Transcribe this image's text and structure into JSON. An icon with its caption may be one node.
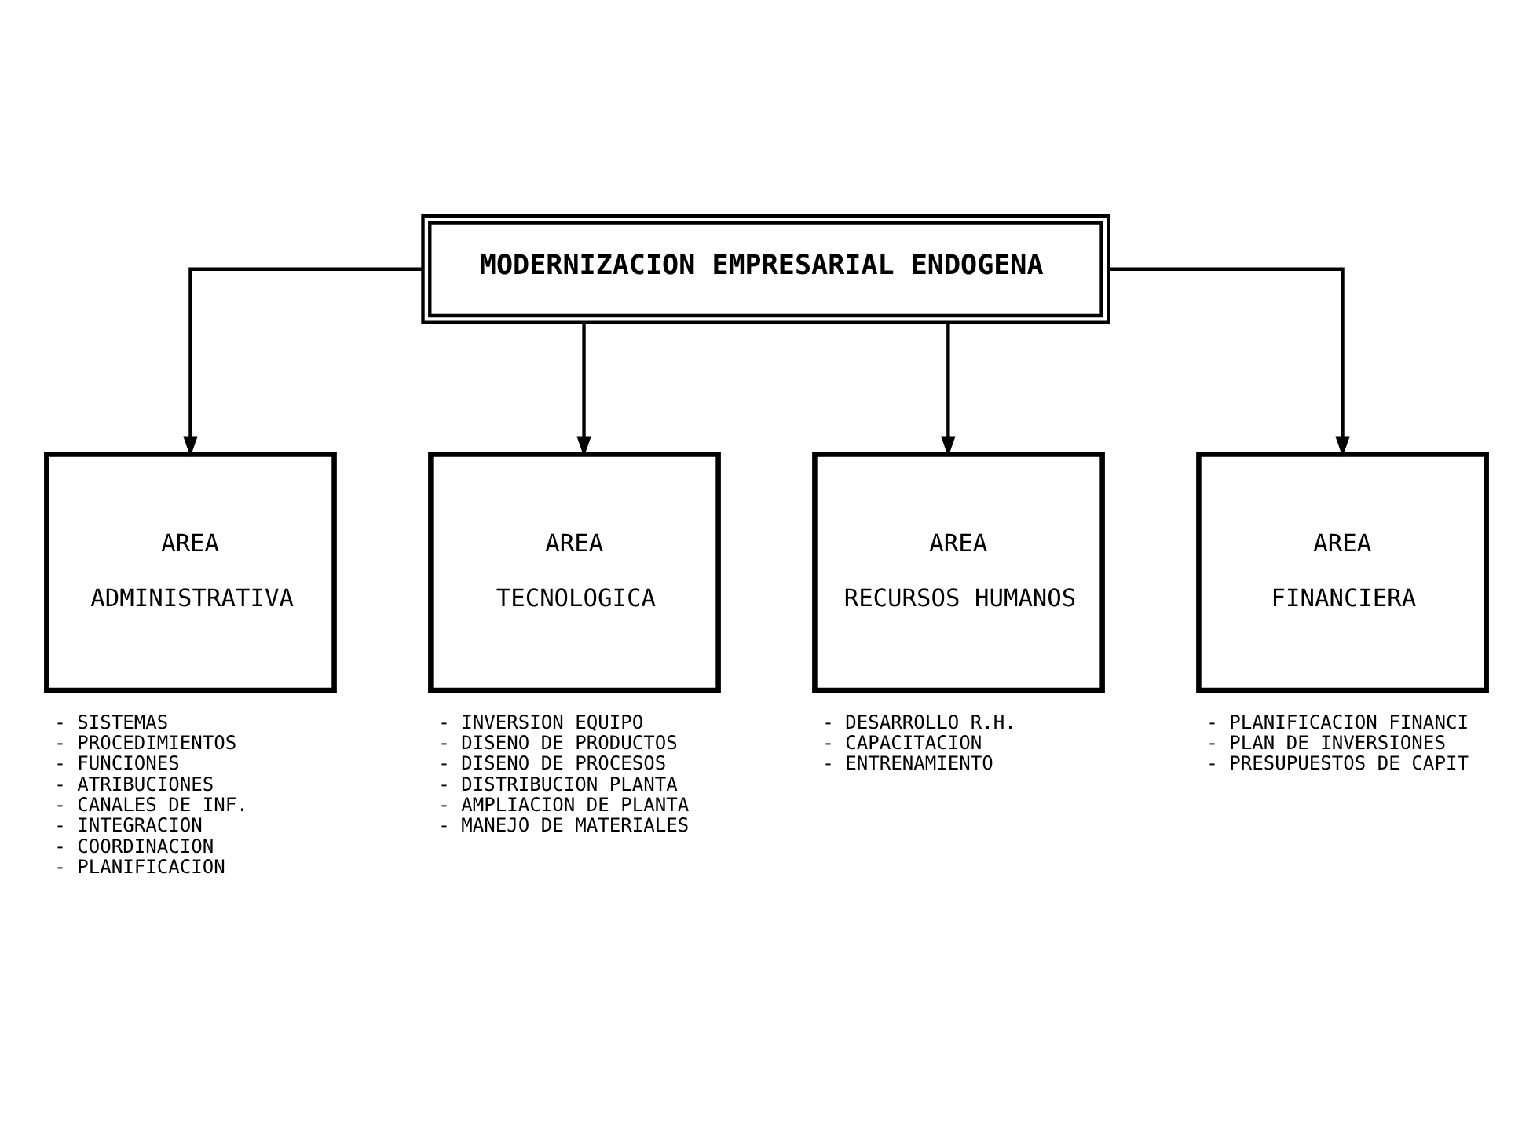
{
  "diagram": {
    "nodes": [
      {
        "text": [
          "MODERNIZACION EMPRESARIAL ENDOGENA"
        ]
      },
      {
        "text": [
          "AREA",
          "ADMINISTRATIVA"
        ],
        "beside": [
          "- SISTEMAS",
          "- PROCEDIMIENTOS",
          "- FUNCIONES",
          "- ATRIBUCIONES",
          "- CANALES DE INF.",
          "- INTEGRACION",
          "- COORDINACION",
          "- PLANIFICACION"
        ]
      },
      {
        "text": [
          "AREA",
          "TECNOLOGICA"
        ],
        "beside": [
          "- INVERSION EQUIPO",
          "- DISENO DE PRODUCTOS",
          "- DISENO DE PROCESOS",
          "- DISTRIBUCION PLANTA",
          "- AMPLIACION DE PLANTA",
          "- MANEJO DE MATERIALES"
        ]
      },
      {
        "text": [
          "AREA",
          "RECURSOS HUMANOS"
        ],
        "beside": [
          "- DESARROLLO R.H.",
          "- CAPACITACION",
          "- ENTRENAMIENTO"
        ]
      },
      {
        "text": [
          "AREA",
          "FINANCIERA"
        ],
        "beside": [
          "- PLANIFICACION FINANCI",
          "- PLAN DE INVERSIONES",
          "- PRESUPUESTOS DE CAPIT"
        ]
      }
    ],
    "edges": [
      {
        "from": 0,
        "to": 1,
        "arrow": "to"
      },
      {
        "from": 0,
        "to": 2,
        "arrow": "to"
      },
      {
        "from": 0,
        "to": 3,
        "arrow": "to"
      },
      {
        "from": 0,
        "to": 4,
        "arrow": "to"
      }
    ]
  }
}
